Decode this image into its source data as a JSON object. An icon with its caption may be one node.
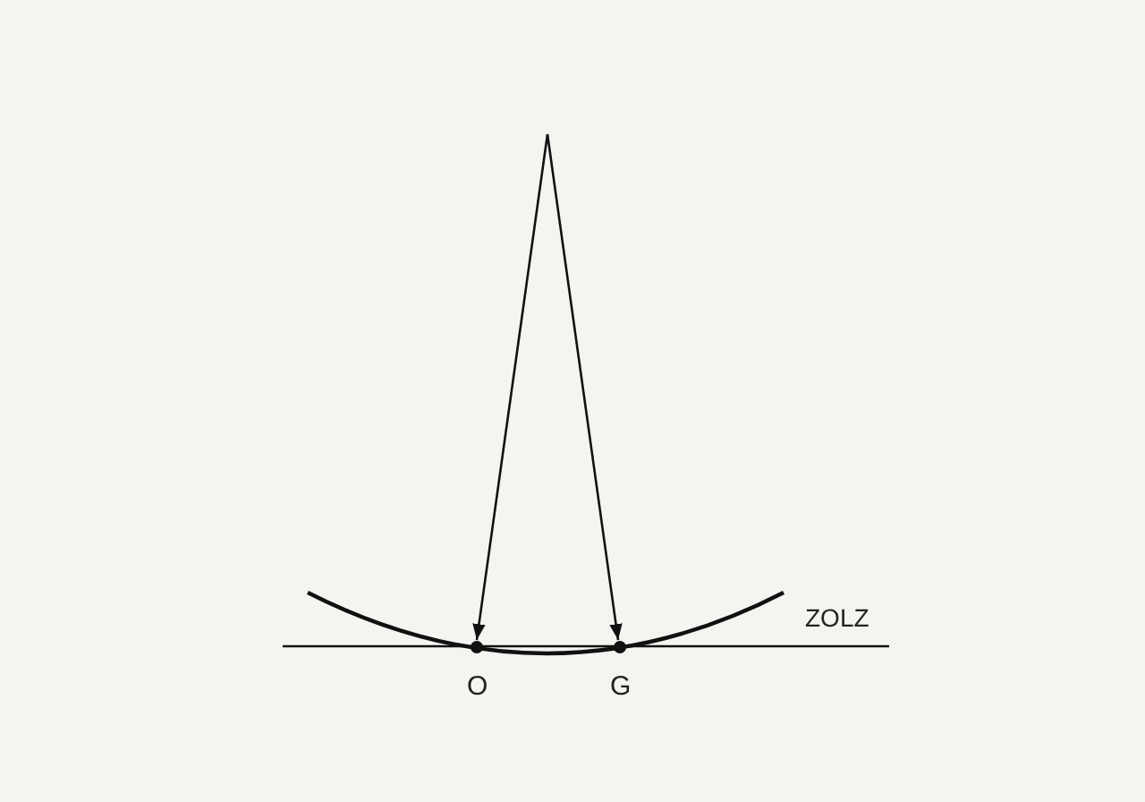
{
  "diagram": {
    "nodes": [
      {
        "text": [],
        "shape": "dot",
        "beside": [
          "O"
        ]
      },
      {
        "text": [],
        "shape": "dot",
        "beside": [
          "G"
        ]
      }
    ],
    "edges": [
      {
        "from": null,
        "to": 0,
        "arrow": "to"
      },
      {
        "from": null,
        "to": 1,
        "arrow": "to"
      }
    ],
    "labels": [
      "ZOLZ"
    ]
  }
}
